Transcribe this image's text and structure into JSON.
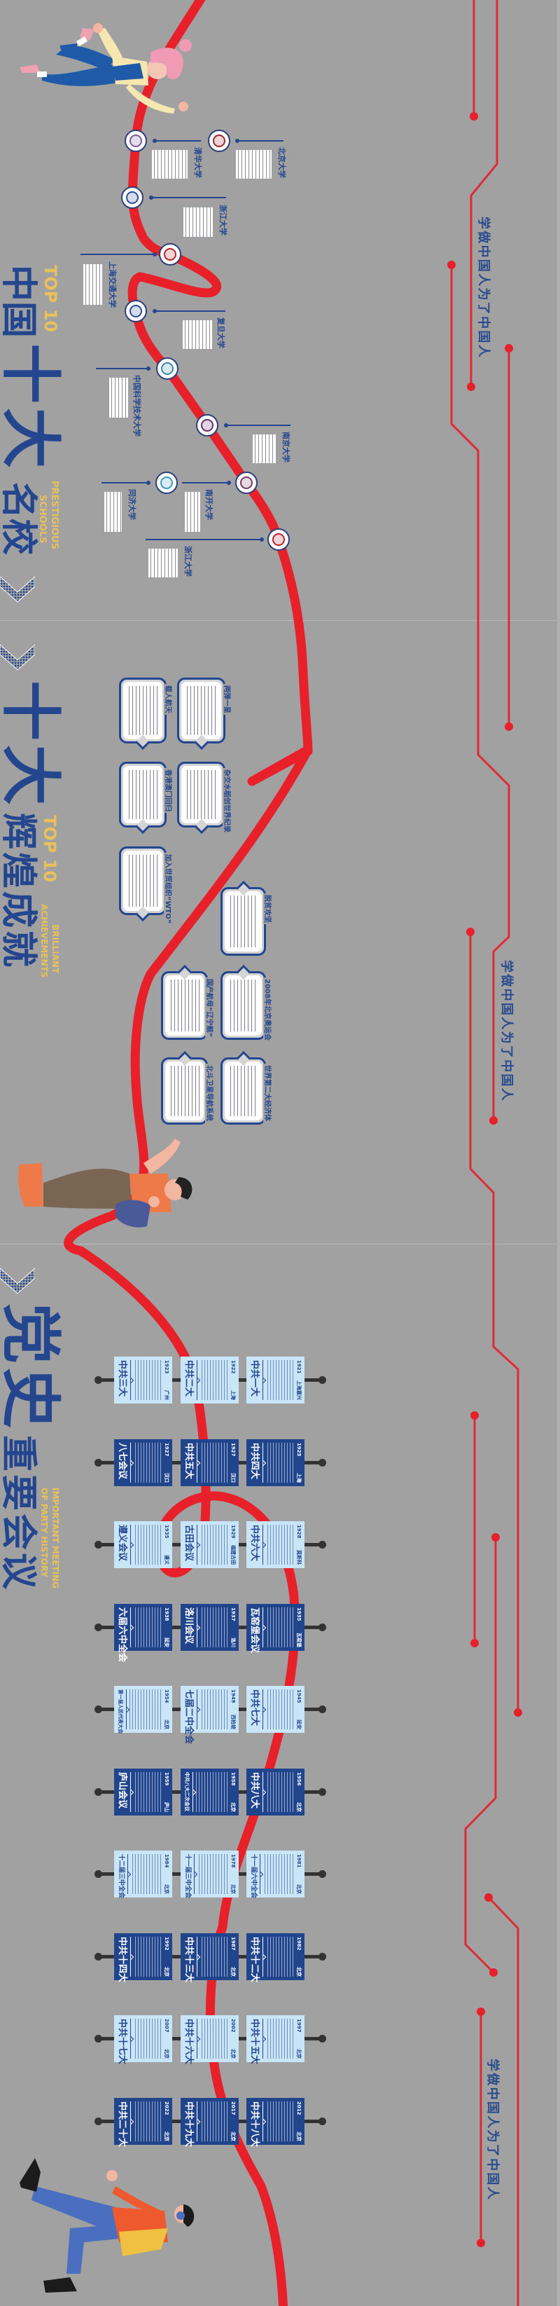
{
  "slogan": "学做中国人为了中国人",
  "colors": {
    "background": "#a1a1a1",
    "road_red": "#e8202a",
    "navy": "#24468f",
    "accent_yellow": "#e9c15a",
    "card_light": "#c8e6f8",
    "card_dark": "#21458d"
  },
  "schools": {
    "title_small_1": "中国",
    "title_big": "十大",
    "title_small_2": "名校",
    "top": "TOP 10",
    "en_line1": "PRESTIGIOUS",
    "en_line2": "SCHOOLS",
    "items": [
      {
        "name": "北京大学",
        "seal_color": "#a3262a"
      },
      {
        "name": "清华大学",
        "seal_color": "#7a5a9c"
      },
      {
        "name": "浙江大学",
        "seal_color": "#2a4d9a"
      },
      {
        "name": "上海交通大学",
        "seal_color": "#b8262c"
      },
      {
        "name": "复旦大学",
        "seal_color": "#2a4d9a"
      },
      {
        "name": "中国科学技术大学",
        "seal_color": "#3a8ab0"
      },
      {
        "name": "南京大学",
        "seal_color": "#6b2d7a"
      },
      {
        "name": "南开大学",
        "seal_color": "#7a3a6a"
      },
      {
        "name": "同济大学",
        "seal_color": "#3a9ac0"
      },
      {
        "name": "浙江大学",
        "seal_color": "#b8262c"
      }
    ]
  },
  "achievements": {
    "title_big": "十大",
    "title_small": "辉煌成就",
    "top": "TOP 10",
    "en_line1": "BRILLIANT",
    "en_line2": "ACHIEVEMENTS",
    "items": [
      {
        "name": "两弹一星"
      },
      {
        "name": "载人航天"
      },
      {
        "name": "杂交水稻创世界纪录"
      },
      {
        "name": "香港澳门回归"
      },
      {
        "name": "加入世贸组织“WTO”"
      },
      {
        "name": "脱贫攻坚"
      },
      {
        "name": "2008年北京奥运会"
      },
      {
        "name": "国产航母“辽宁舰”"
      },
      {
        "name": "世界第二大经济体"
      },
      {
        "name": "北斗卫星导航系统"
      }
    ]
  },
  "meetings": {
    "title_big": "党史",
    "title_small": "重要会议",
    "en_line1": "IMPORTANT MEETING",
    "en_line2": "OF PARTY HISTORY",
    "rows": [
      [
        {
          "title": "中共一大",
          "year": "1921",
          "place": "上海嘉兴"
        },
        {
          "title": "中共二大",
          "year": "1922",
          "place": "上海"
        },
        {
          "title": "中共三大",
          "year": "1923",
          "place": "广州"
        }
      ],
      [
        {
          "title": "中共四大",
          "year": "1925",
          "place": "上海"
        },
        {
          "title": "中共五大",
          "year": "1927",
          "place": "汉口"
        },
        {
          "title": "八七会议",
          "year": "1927",
          "place": "汉口"
        }
      ],
      [
        {
          "title": "中共六大",
          "year": "1928",
          "place": "莫斯科"
        },
        {
          "title": "古田会议",
          "year": "1929",
          "place": "福建古田"
        },
        {
          "title": "遵义会议",
          "year": "1935",
          "place": "遵义"
        }
      ],
      [
        {
          "title": "瓦窑堡会议",
          "year": "1935",
          "place": "瓦窑堡"
        },
        {
          "title": "洛川会议",
          "year": "1937",
          "place": "洛川"
        },
        {
          "title": "六届六中全会",
          "year": "1938",
          "place": "延安"
        }
      ],
      [
        {
          "title": "中共七大",
          "year": "1945",
          "place": "延安"
        },
        {
          "title": "七届二中全会",
          "year": "1949",
          "place": "西柏坡"
        },
        {
          "title": "第一届人民代表大会",
          "year": "1954",
          "place": "北京"
        }
      ],
      [
        {
          "title": "中共八大",
          "year": "1956",
          "place": "北京"
        },
        {
          "title": "中共八大二次会议",
          "year": "1958",
          "place": "北京"
        },
        {
          "title": "庐山会议",
          "year": "1959",
          "place": "庐山"
        }
      ],
      [
        {
          "title": "十一届六中全会",
          "year": "1981",
          "place": "北京"
        },
        {
          "title": "十一届三中全会",
          "year": "1978",
          "place": "北京"
        },
        {
          "title": "十二届三中全会",
          "year": "1984",
          "place": "北京"
        }
      ],
      [
        {
          "title": "中共十二大",
          "year": "1982",
          "place": "北京"
        },
        {
          "title": "中共十三大",
          "year": "1987",
          "place": "北京"
        },
        {
          "title": "中共十四大",
          "year": "1992",
          "place": "北京"
        }
      ],
      [
        {
          "title": "中共十五大",
          "year": "1997",
          "place": "北京"
        },
        {
          "title": "中共十六大",
          "year": "2002",
          "place": "北京"
        },
        {
          "title": "中共十七大",
          "year": "2007",
          "place": "北京"
        }
      ],
      [
        {
          "title": "中共十八大",
          "year": "2012",
          "place": "北京"
        },
        {
          "title": "中共十九大",
          "year": "2017",
          "place": "北京"
        },
        {
          "title": "中共二十大",
          "year": "2022",
          "place": "北京"
        }
      ]
    ]
  }
}
